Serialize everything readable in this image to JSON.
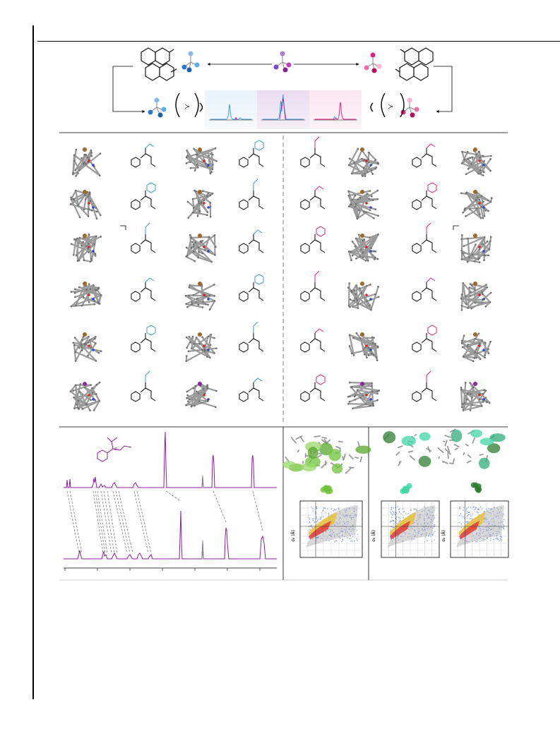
{
  "figure": {
    "panel_c_axis_labels": [
      "σ",
      "σ",
      "σ"
    ],
    "panel_c_axis_unit": "(Å)",
    "colors": {
      "blue": "#3a9ad9",
      "pink": "#e0207a",
      "purple": "#8a1f9a",
      "purple_light": "#b07dd0",
      "gray_atom": "#8f8f8f",
      "bronze": "#9a6a2a",
      "green": "#6fc23a",
      "teal": "#3fd6a4",
      "darkgreen": "#2e7d32"
    }
  }
}
